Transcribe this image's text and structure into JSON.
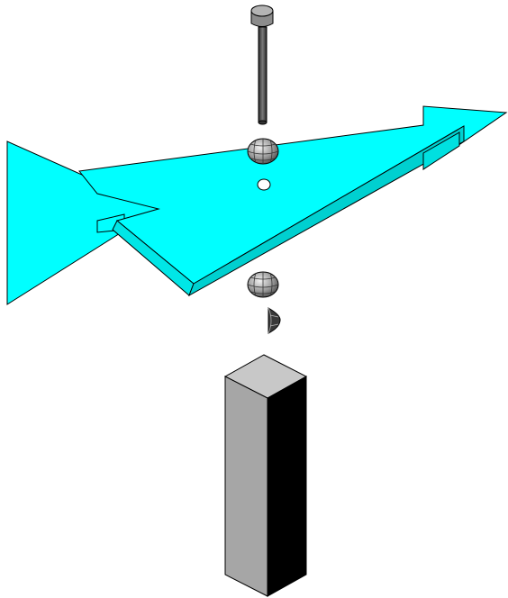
{
  "diagram": {
    "type": "exploded-assembly-illustration",
    "parts": [
      "pin",
      "upper-bearing-ball",
      "arrow-plate",
      "lower-bearing-ball",
      "half-bearing-ball",
      "support-post"
    ]
  },
  "colors": {
    "background": "#ffffff",
    "arrow_fill": "#00ffff",
    "outline": "#000000",
    "post_top": "#c8c8c8",
    "post_front": "#a0a0a0",
    "post_side": "#000000",
    "pin_head": "#9a9a9a",
    "pin_shaft": "#555555",
    "ball_light": "#e0e0e0",
    "ball_dark": "#6e6e6e"
  }
}
